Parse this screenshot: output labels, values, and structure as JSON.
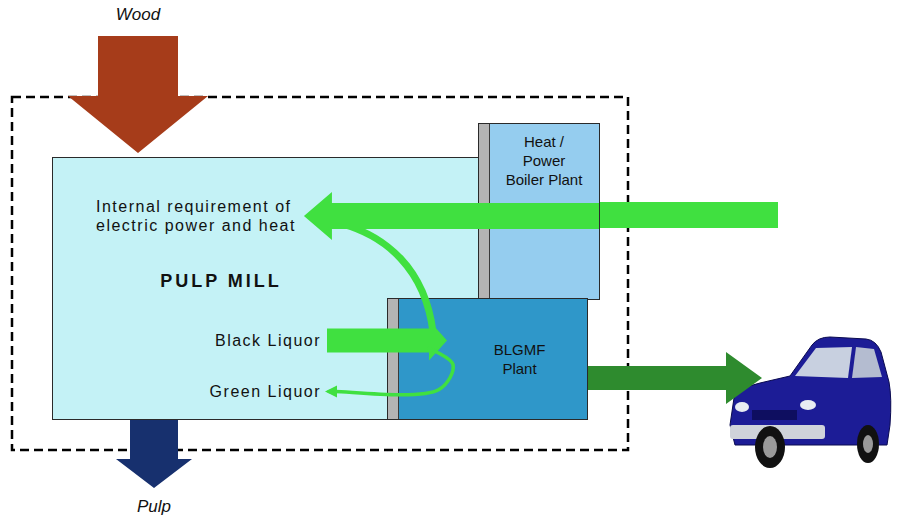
{
  "diagram": {
    "nodes": [
      {
        "text": [
          "Internal requirement of electric power and heat",
          "PULP MILL",
          "Black Liquor",
          "Green Liquor"
        ]
      },
      {
        "text": [
          "Heat / Power Boiler Plant"
        ]
      },
      {
        "text": [
          "BLGMF Plant"
        ]
      }
    ],
    "edges": [
      {
        "from": 1,
        "to": 0,
        "arrow": "to"
      },
      {
        "from": 0,
        "to": 2,
        "arrow": "to"
      },
      {
        "from": 2,
        "to": 0,
        "arrow": "to"
      }
    ],
    "labels": [
      "Wood",
      "Pulp"
    ]
  }
}
